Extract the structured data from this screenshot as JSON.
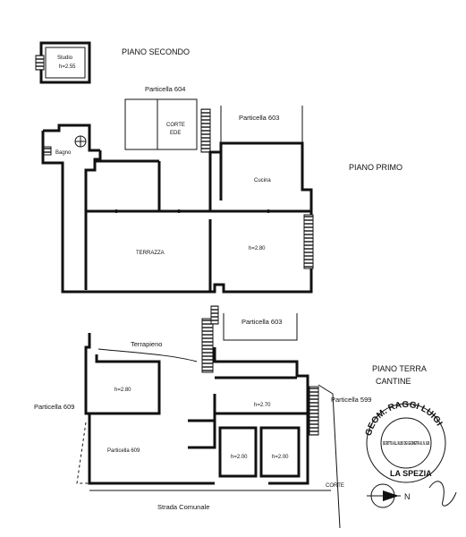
{
  "labels": {
    "piano_secondo": "PIANO SECONDO",
    "piano_primo": "PIANO PRIMO",
    "piano_terra": "PIANO TERRA",
    "cantine": "CANTINE",
    "particella_604": "Particella 604",
    "particella_603_top": "Particella 603",
    "particella_603_bottom": "Particella 603",
    "particella_609": "Particella 609",
    "particella_599": "Particella 599",
    "terrapieno": "Terrapieno",
    "strada_comunale": "Strada Comunale"
  },
  "rooms": {
    "secondo_room": "Studio",
    "secondo_h": "h=2.55",
    "corte_top": "CORTE",
    "corte_top_2": "EDE",
    "bagno": "Bagno",
    "cucina": "Cucina",
    "terrazza": "TERRAZZA",
    "primo_h": "h=2.80",
    "terra_h_left": "h=2.80",
    "terra_h_mid": "h=2.70",
    "cantina_h_1": "h=2.00",
    "cantina_h_2": "h=2.00",
    "particella_note": "Particella 609",
    "corte_bottom": "CORTE"
  },
  "stamp": {
    "outer": "GEOM. RAGGI LUIGI",
    "inner": "ISCRITTO ALL'ALBO DEI GEOMETRI AL N. 628",
    "city": "LA SPEZIA"
  },
  "north_label": "N",
  "colors": {
    "ink": "#111111",
    "paper": "#ffffff"
  }
}
